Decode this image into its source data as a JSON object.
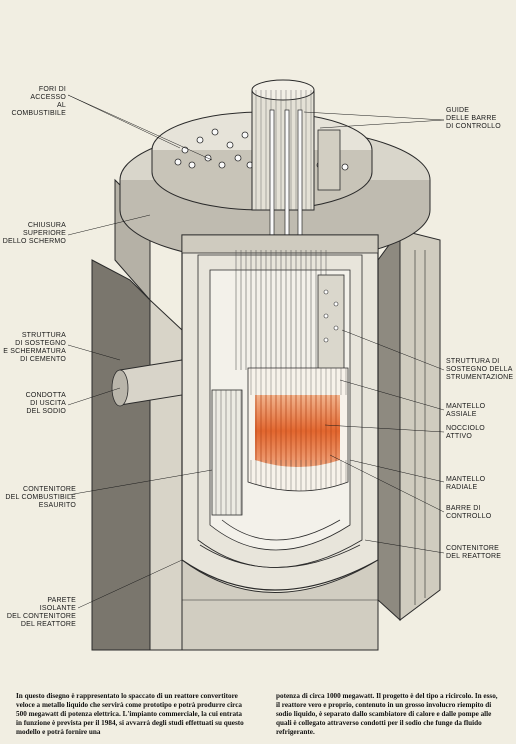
{
  "labels": {
    "fori": [
      "FORI DI ACCESSO",
      "AL COMBUSTIBILE"
    ],
    "guide": [
      "GUIDE",
      "DELLE BARRE",
      "DI CONTROLLO"
    ],
    "chiusura": [
      "CHIUSURA",
      "SUPERIORE",
      "DELLO SCHERMO"
    ],
    "struttura_cemento": [
      "STRUTTURA",
      "DI SOSTEGNO",
      "E SCHERMATURA",
      "DI CEMENTO"
    ],
    "condotta": [
      "CONDOTTA",
      "DI USCITA",
      "DEL SODIO"
    ],
    "struttura_strum": [
      "STRUTTURA DI",
      "SOSTEGNO DELLA",
      "STRUMENTAZIONE"
    ],
    "mantello_assiale": [
      "MANTELLO",
      "ASSIALE"
    ],
    "nocciolo": [
      "NOCCIOLO",
      "ATTIVO"
    ],
    "contenitore_comb": [
      "CONTENITORE",
      "DEL COMBUSTIBILE",
      "ESAURITO"
    ],
    "mantello_radiale": [
      "MANTELLO",
      "RADIALE"
    ],
    "barre": [
      "BARRE DI",
      "CONTROLLO"
    ],
    "contenitore_reatt": [
      "CONTENITORE",
      "DEL REATTORE"
    ],
    "parete": [
      "PARETE",
      "ISOLANTE",
      "DEL CONTENITORE",
      "DEL REATTORE"
    ]
  },
  "caption": {
    "left": "In questo disegno è rappresentato lo spaccato di un reattore convertitore veloce a metallo liquido che servirà come prototipo e potrà produrre circa 500 megawatt di potenza elettrica. L'impianto commerciale, la cui entrata in funzione è prevista per il 1984, si avvarrà degli studi effettuati su questo modello e potrà fornire una",
    "right": "potenza di circa 1000 megawatt. Il progetto è del tipo a ricircolo. In esso, il reattore vero e proprio, contenuto in un grosso involucro riempito di sodio liquido, è separato dallo scambiatore di calore e dalle pompe alle quali è collegato attraverso condotti per il sodio che funge da fluido refrigerante."
  },
  "colors": {
    "background": "#f1eee2",
    "core_orange": "#e2662e",
    "line": "#2a2a2a",
    "shadow": "#6d6a63"
  }
}
